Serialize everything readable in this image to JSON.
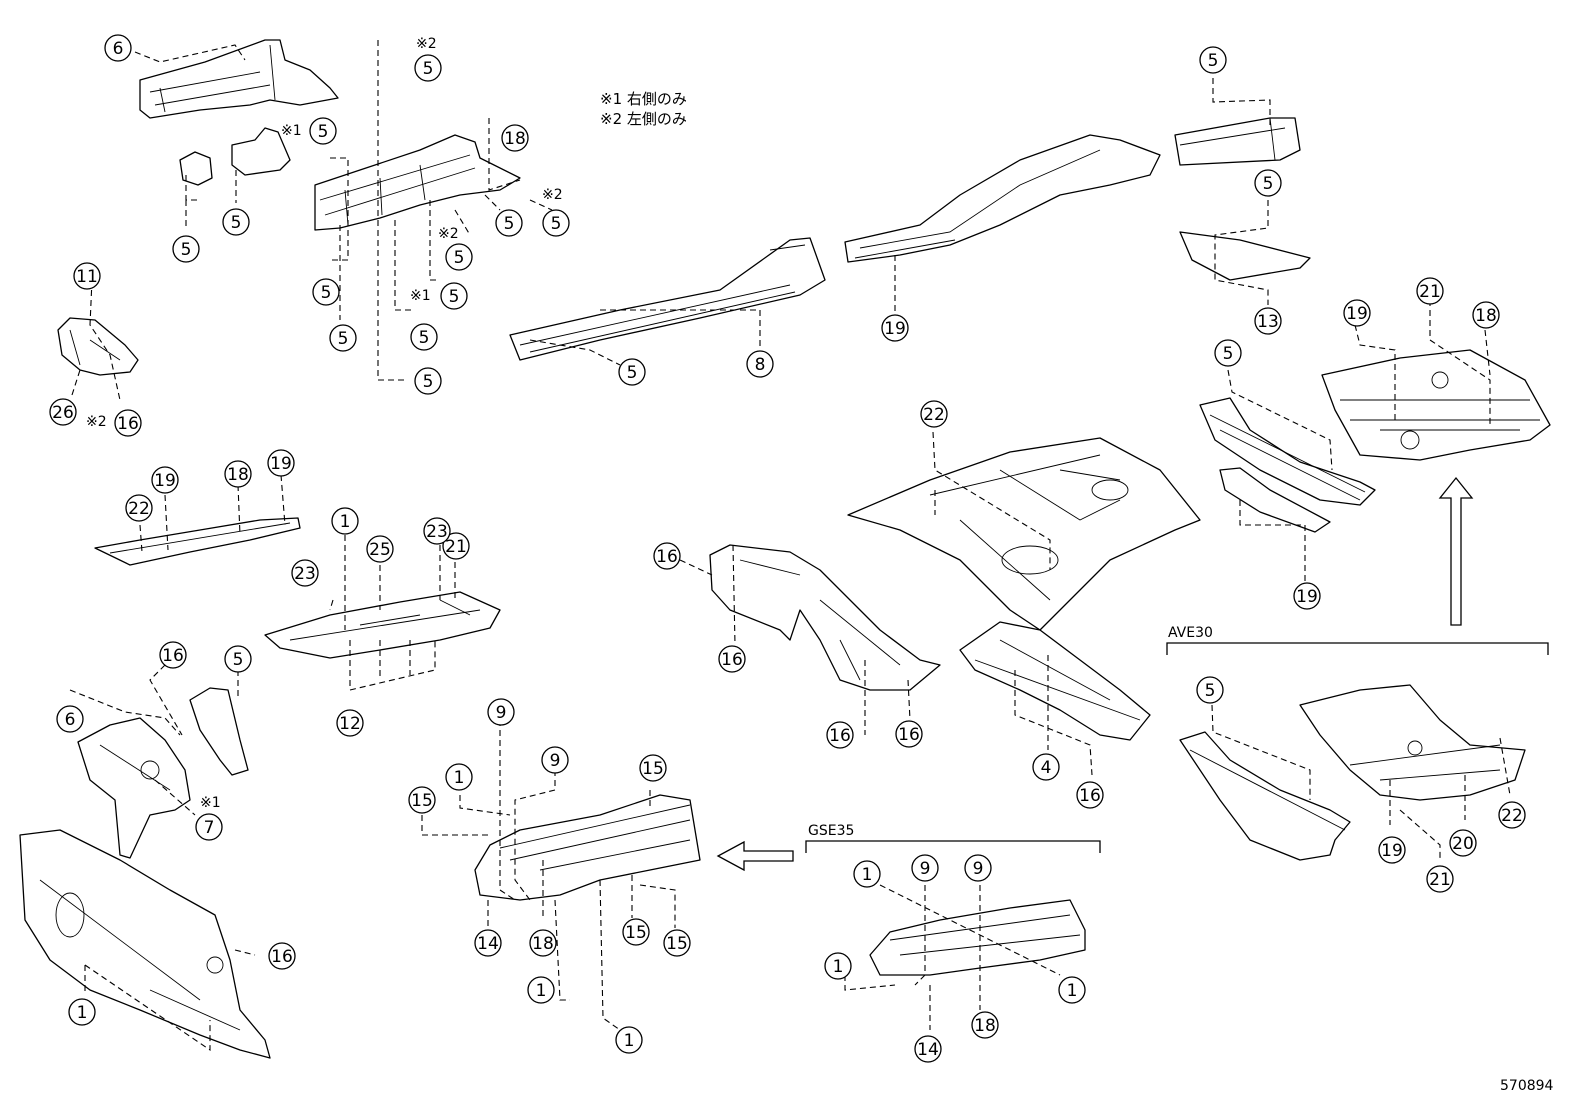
{
  "notes": {
    "n1": "※1 右側のみ",
    "n2": "※2 左側のみ"
  },
  "groups": {
    "ave30": "AVE30",
    "gse35": "GSE35"
  },
  "figure_id": "570894",
  "marks": {
    "m1": "※1",
    "m2": "※2"
  },
  "callouts": [
    {
      "id": "c01",
      "n": "6"
    },
    {
      "id": "c02",
      "n": "5"
    },
    {
      "id": "c03",
      "n": "5"
    },
    {
      "id": "c04",
      "n": "18"
    },
    {
      "id": "c05",
      "n": "5"
    },
    {
      "id": "c06",
      "n": "5"
    },
    {
      "id": "c07",
      "n": "5"
    },
    {
      "id": "c08",
      "n": "5"
    },
    {
      "id": "c09",
      "n": "5"
    },
    {
      "id": "c10",
      "n": "5"
    },
    {
      "id": "c11",
      "n": "5"
    },
    {
      "id": "c12",
      "n": "5"
    },
    {
      "id": "c13",
      "n": "5"
    },
    {
      "id": "c14",
      "n": "5"
    },
    {
      "id": "c15",
      "n": "11"
    },
    {
      "id": "c16",
      "n": "26"
    },
    {
      "id": "c17",
      "n": "16"
    },
    {
      "id": "c18",
      "n": "5"
    },
    {
      "id": "c19",
      "n": "8"
    },
    {
      "id": "c20",
      "n": "19"
    },
    {
      "id": "c21",
      "n": "5"
    },
    {
      "id": "c22",
      "n": "5"
    },
    {
      "id": "c23",
      "n": "13"
    },
    {
      "id": "c24",
      "n": "19"
    },
    {
      "id": "c25",
      "n": "21"
    },
    {
      "id": "c26",
      "n": "18"
    },
    {
      "id": "c27",
      "n": "5"
    },
    {
      "id": "c28",
      "n": "22"
    },
    {
      "id": "c29",
      "n": "19"
    },
    {
      "id": "c30",
      "n": "22"
    },
    {
      "id": "c31",
      "n": "19"
    },
    {
      "id": "c32",
      "n": "18"
    },
    {
      "id": "c33",
      "n": "19"
    },
    {
      "id": "c34",
      "n": "1"
    },
    {
      "id": "c35",
      "n": "23"
    },
    {
      "id": "c36",
      "n": "25"
    },
    {
      "id": "c37",
      "n": "21"
    },
    {
      "id": "c38",
      "n": "23"
    },
    {
      "id": "c39",
      "n": "12"
    },
    {
      "id": "c40",
      "n": "16"
    },
    {
      "id": "c41",
      "n": "16"
    },
    {
      "id": "c42",
      "n": "16"
    },
    {
      "id": "c43",
      "n": "16"
    },
    {
      "id": "c44",
      "n": "4"
    },
    {
      "id": "c45",
      "n": "16"
    },
    {
      "id": "c46",
      "n": "16"
    },
    {
      "id": "c47",
      "n": "5"
    },
    {
      "id": "c48",
      "n": "6"
    },
    {
      "id": "c49",
      "n": "7"
    },
    {
      "id": "c50",
      "n": "16"
    },
    {
      "id": "c51",
      "n": "1"
    },
    {
      "id": "c52",
      "n": "9"
    },
    {
      "id": "c53",
      "n": "9"
    },
    {
      "id": "c54",
      "n": "1"
    },
    {
      "id": "c55",
      "n": "15"
    },
    {
      "id": "c56",
      "n": "15"
    },
    {
      "id": "c57",
      "n": "14"
    },
    {
      "id": "c58",
      "n": "18"
    },
    {
      "id": "c59",
      "n": "15"
    },
    {
      "id": "c60",
      "n": "15"
    },
    {
      "id": "c61",
      "n": "1"
    },
    {
      "id": "c62",
      "n": "1"
    },
    {
      "id": "c63",
      "n": "1"
    },
    {
      "id": "c64",
      "n": "9"
    },
    {
      "id": "c65",
      "n": "9"
    },
    {
      "id": "c66",
      "n": "1"
    },
    {
      "id": "c67",
      "n": "1"
    },
    {
      "id": "c68",
      "n": "14"
    },
    {
      "id": "c69",
      "n": "18"
    },
    {
      "id": "c70",
      "n": "5"
    },
    {
      "id": "c71",
      "n": "19"
    },
    {
      "id": "c72",
      "n": "21"
    },
    {
      "id": "c73",
      "n": "20"
    },
    {
      "id": "c74",
      "n": "22"
    }
  ]
}
